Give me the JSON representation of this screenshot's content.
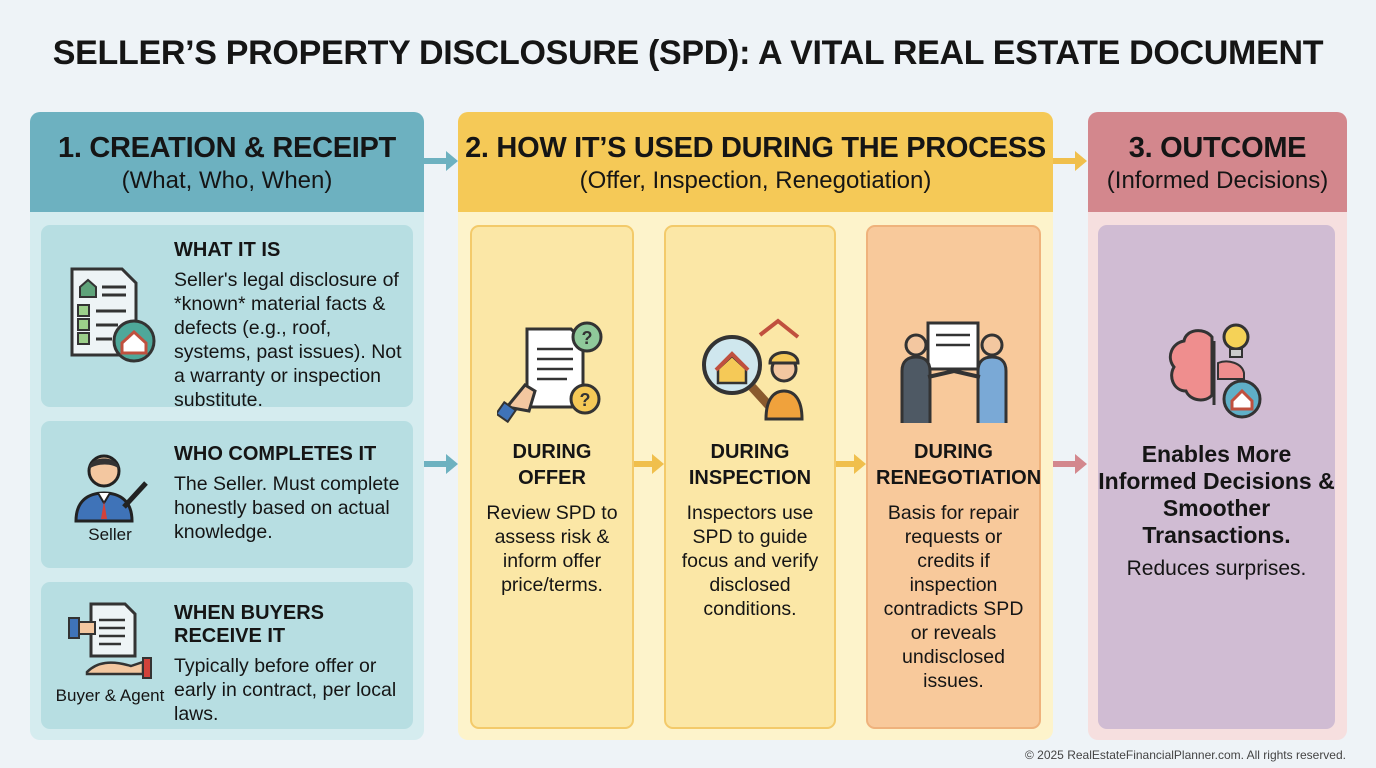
{
  "title": "SELLER’S PROPERTY DISCLOSURE (SPD): A VITAL REAL ESTATE DOCUMENT",
  "section1": {
    "heading": "1. CREATION & RECEIPT",
    "subheading": "(What, Who, When)",
    "cards": [
      {
        "heading": "WHAT IT IS",
        "body": "Seller's legal disclosure of *known* material facts & defects (e.g., roof, systems, past issues). Not a warranty or inspection substitute.",
        "icon": "checklist-document-icon"
      },
      {
        "heading": "WHO COMPLETES IT",
        "body": "The Seller. Must complete honestly based on actual knowledge.",
        "icon": "seller-writing-icon",
        "caption": "Seller"
      },
      {
        "heading": "WHEN BUYERS RECEIVE IT",
        "body": "Typically before offer or early in contract, per local laws.",
        "icon": "document-handoff-icon",
        "caption": "Buyer & Agent"
      }
    ]
  },
  "section2": {
    "heading": "2. HOW IT’S USED DURING THE PROCESS",
    "subheading": "(Offer, Inspection, Renegotiation)",
    "stages": [
      {
        "heading": "DURING OFFER",
        "body": "Review SPD to assess risk & inform offer price/terms.",
        "icon": "document-question-icon"
      },
      {
        "heading": "DURING INSPECTION",
        "body": "Inspectors use SPD to guide focus and verify disclosed conditions.",
        "icon": "inspector-magnifier-icon"
      },
      {
        "heading": "DURING RENEGOTIATION",
        "body": "Basis for repair requests or credits if inspection contradicts SPD or reveals undisclosed issues.",
        "icon": "handshake-document-icon"
      }
    ]
  },
  "section3": {
    "heading": "3. OUTCOME",
    "subheading": "(Informed Decisions)",
    "main": "Enables More Informed Decisions & Smoother Transactions.",
    "body": "Reduces surprises.",
    "icon": "brain-lightbulb-house-icon"
  },
  "footer": "© 2025 RealEstateFinancialPlanner.com. All rights reserved.",
  "colors": {
    "teal": "#6db1c0",
    "yellow": "#f5c957",
    "rose": "#d3878d",
    "background": "#eef3f7"
  }
}
